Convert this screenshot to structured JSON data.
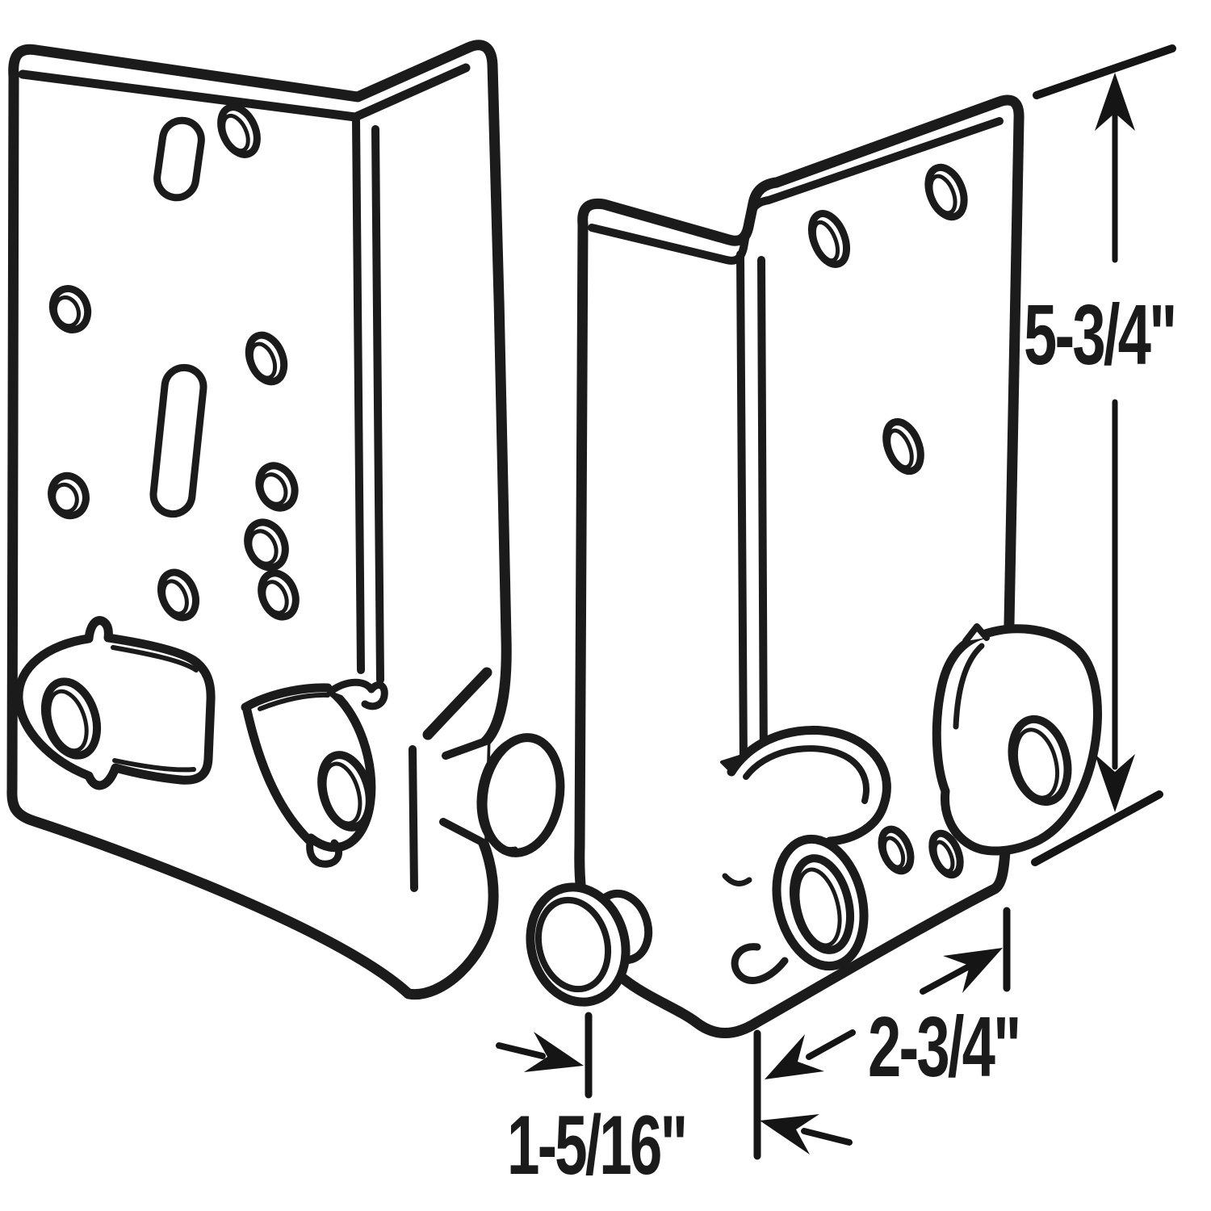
{
  "page": {
    "title": "Corner bracket hardware line diagram",
    "background": "#ffffff",
    "line_color": "#1b1b1b"
  },
  "diagram": {
    "description": "Two L-shaped metal corner brackets drawn in black-and-white perspective line art with keyhole tabs, spring clip, rivet studs and mounting holes",
    "parts": [
      "left-bracket",
      "right-bracket"
    ]
  },
  "dimensions": {
    "height": {
      "label": "5-3/4\""
    },
    "depth": {
      "label": "2-3/4\""
    },
    "stud_offset": {
      "label": "1-5/16\""
    }
  },
  "icons": {
    "arrow_up": "dimension-arrow-up-icon",
    "arrow_down": "dimension-arrow-down-icon",
    "arrow_up_right": "dimension-arrow-up-right-icon",
    "arrow_down_left": "dimension-arrow-down-left-icon",
    "arrow_right": "dimension-arrow-right-icon",
    "arrow_left": "dimension-arrow-left-icon"
  }
}
